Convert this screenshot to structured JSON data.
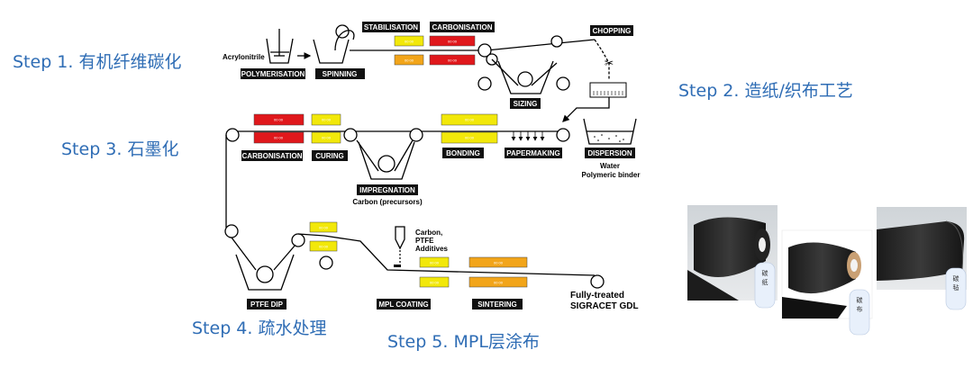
{
  "steps": {
    "s1": "Step 1. 有机纤维碳化",
    "s2": "Step 2. 造纸/织布工艺",
    "s3": "Step 3. 石墨化",
    "s4": "Step 4. 疏水处理",
    "s5": "Step 5. MPL层涂布"
  },
  "process": {
    "acrylonitrile": "Acrylonitrile",
    "polymerisation": "POLYMERISATION",
    "spinning": "SPINNING",
    "stabilisation": "STABILISATION",
    "carbonisation_top": "CARBONISATION",
    "chopping": "CHOPPING",
    "sizing": "SIZING",
    "dispersion": "DISPERSION",
    "water": "Water",
    "binder": "Polymeric binder",
    "papermaking": "PAPERMAKING",
    "bonding": "BONDING",
    "impregnation": "IMPREGNATION",
    "carbon_precursors": "Carbon (precursors)",
    "curing": "CURING",
    "carbonisation_mid": "CARBONISATION",
    "ptfe_dip": "PTFE DIP",
    "additive_1": "Carbon,",
    "additive_2": "PTFE",
    "additive_3": "Additives",
    "mpl_coating": "MPL COATING",
    "sintering": "SINTERING",
    "final_1": "Fully-treated",
    "final_2": "SIGRACET GDL",
    "oven_text": "00 00"
  },
  "photos": {
    "paper_caption_1": "碳",
    "paper_caption_2": "纸",
    "cloth_caption_1": "碳",
    "cloth_caption_2": "布",
    "felt_caption_1": "碳",
    "felt_caption_2": "毡"
  },
  "colors": {
    "step_text": "#2f6db5",
    "oven_red": "#e0181c",
    "oven_yellow": "#f2e80a",
    "oven_orange": "#f2a51a"
  }
}
